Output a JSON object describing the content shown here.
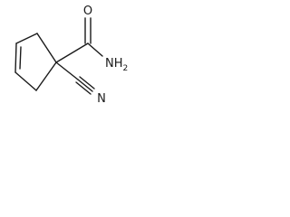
{
  "atoms": {
    "oxygen": "O",
    "amide_nitrogen": "NH",
    "amide_subscript": "2",
    "nitrile_nitrogen": "N"
  },
  "colors": {
    "ink": "#1a1a1a",
    "background": "#ffffff"
  }
}
